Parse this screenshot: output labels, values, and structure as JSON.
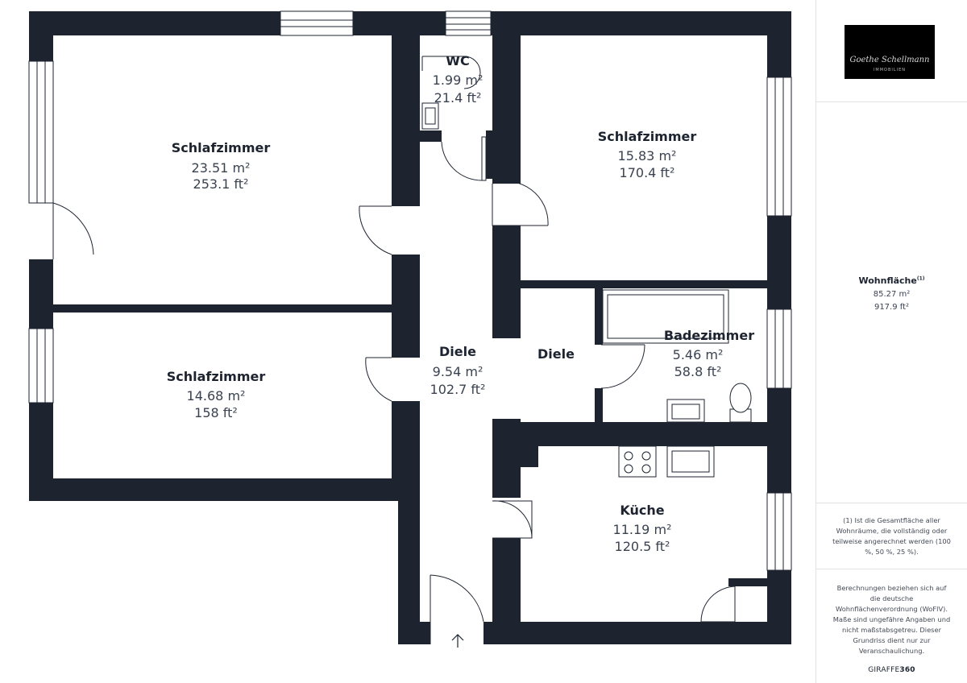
{
  "rooms": {
    "schlafzimmer_1": {
      "name": "Schlafzimmer",
      "area_m2": "23.51 m²",
      "area_ft2": "253.1 ft²"
    },
    "schlafzimmer_2": {
      "name": "Schlafzimmer",
      "area_m2": "14.68 m²",
      "area_ft2": "158 ft²"
    },
    "wc": {
      "name": "WC",
      "area_m2": "1.99 m²",
      "area_ft2": "21.4 ft²"
    },
    "diele_main": {
      "name": "Diele",
      "area_m2": "9.54 m²",
      "area_ft2": "102.7 ft²"
    },
    "diele_small": {
      "name": "Diele"
    },
    "schlafzimmer_3": {
      "name": "Schlafzimmer",
      "area_m2": "15.83 m²",
      "area_ft2": "170.4 ft²"
    },
    "badezimmer": {
      "name": "Badezimmer",
      "area_m2": "5.46 m²",
      "area_ft2": "58.8 ft²"
    },
    "kueche": {
      "name": "Küche",
      "area_m2": "11.19 m²",
      "area_ft2": "120.5 ft²"
    }
  },
  "sidebar": {
    "logo": {
      "script": "Goethe Schellmann",
      "subtitle": "IMMOBILIEN"
    },
    "wohnflaeche": {
      "title": "Wohnfläche",
      "footnote_marker": "(1)",
      "area_m2": "85.27 m²",
      "area_ft2": "917.9 ft²"
    },
    "footnote": "(1) Ist die Gesamtfläche aller Wohnräume, die vollständig oder teilweise angerechnet werden (100 %, 50 %, 25 %).",
    "disclaimer": "Berechnungen beziehen sich auf die deutsche Wohnflächenverordnung (WoFlV). Maße sind ungefähre Angaben und nicht maßstabsgetreu. Dieser Grundriss dient nur zur Veranschaulichung.",
    "brand_light": "GIRAFFE",
    "brand_bold": "360"
  },
  "colors": {
    "wall": "#1d2430",
    "text": "#1d2430",
    "area_text": "#3a4250"
  },
  "icons": {
    "entrance": "arrow-up-icon",
    "stove": "stove-icon",
    "sink": "sink-icon",
    "toilet": "toilet-icon",
    "bathtub": "bathtub-icon"
  }
}
